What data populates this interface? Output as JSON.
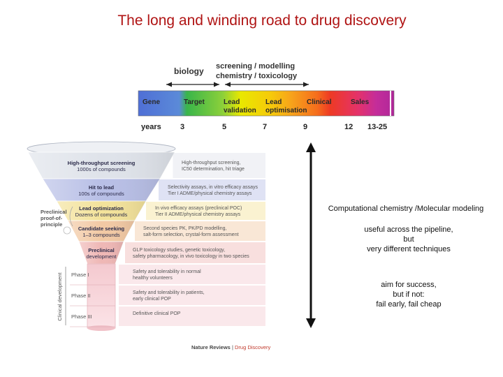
{
  "title": "The long and winding road to drug discovery",
  "top_labels": {
    "biology": "biology",
    "screening_line1": "screening / modelling",
    "screening_line2": "chemistry / toxicology"
  },
  "stages": [
    {
      "line1": "Gene",
      "line2": "",
      "color": "#4f6fd6"
    },
    {
      "line1": "Target",
      "line2": "",
      "color": "#39b54a"
    },
    {
      "line1": "Lead",
      "line2": "validation",
      "color": "#e9e800"
    },
    {
      "line1": "Lead",
      "line2": "optimisation",
      "color": "#f7a21b"
    },
    {
      "line1": "Clinical",
      "line2": "",
      "color": "#ee3a24"
    },
    {
      "line1": "Sales",
      "line2": "",
      "color": "#c42d9a"
    }
  ],
  "years": {
    "label": "years",
    "values": [
      "3",
      "5",
      "7",
      "9",
      "12",
      "13-25"
    ]
  },
  "funnel": {
    "stages": [
      {
        "name": "High-throughput screening",
        "detail": "1000s of compounds",
        "desc1": "High-throughput screening,",
        "desc2": "IC50 determination, hit triage",
        "color": "#dfe3ea"
      },
      {
        "name": "Hit to lead",
        "detail": "100s of compounds",
        "desc1": "Selectivity assays, in vitro efficacy assays",
        "desc2": "Tier I ADME/physical chemistry assays",
        "color": "#b8bfe6"
      },
      {
        "name": "Lead optimization",
        "detail": "Dozens of compounds",
        "desc1": "In vivo efficacy assays (preclinical POC)",
        "desc2": "Tier II ADME/physical chemistry assays",
        "color": "#f3e29a"
      },
      {
        "name": "Candidate seeking",
        "detail": "1–3 compounds",
        "desc1": "Second species PK, PK/PD modelling,",
        "desc2": "salt-form selection, crystal-form assessment",
        "color": "#f2c9a4"
      },
      {
        "name": "Preclinical",
        "detail": "development",
        "desc1": "GLP toxicology studies, genetic toxicology,",
        "desc2": "safety pharmacology, in vivo toxicology in two species",
        "color": "#efb7b5"
      }
    ],
    "left_label": [
      "Preclinical",
      "proof-of-",
      "principle"
    ],
    "clinical_label": "Clinical development",
    "phases": [
      {
        "name": "Phase I",
        "desc1": "Safety and tolerability in normal",
        "desc2": "healthy volunteers"
      },
      {
        "name": "Phase II",
        "desc1": "Safety and tolerability in patients,",
        "desc2": "early clinical POP"
      },
      {
        "name": "Phase III",
        "desc1": "Definitive clinical POP",
        "desc2": ""
      }
    ],
    "source_a": "Nature Reviews",
    "source_sep": " | ",
    "source_b": "Drug Discovery"
  },
  "notes": {
    "computational": "Computational chemistry /Molecular modeling",
    "useful1": "useful across the pipeline,",
    "useful2": "but",
    "useful3": "very different techniques",
    "aim1": "aim for success,",
    "aim2": "but if not:",
    "aim3": "fail early, fail cheap"
  }
}
